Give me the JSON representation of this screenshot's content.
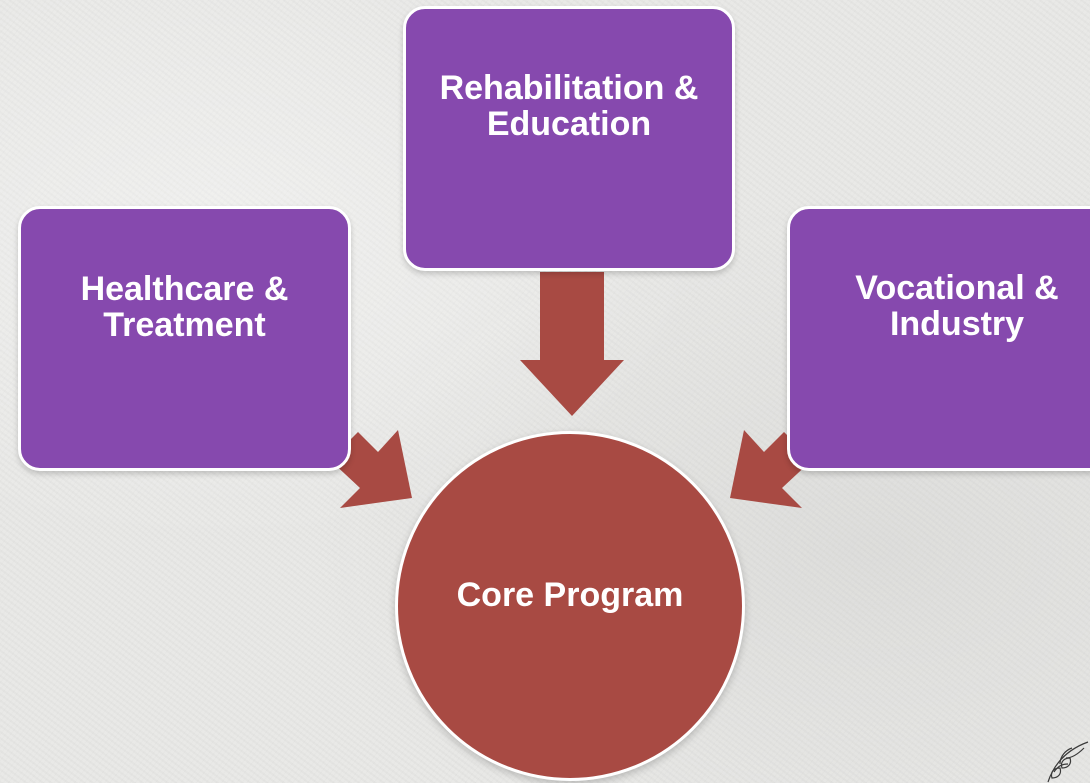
{
  "diagram": {
    "center": {
      "label": "Core Program"
    },
    "inputs": [
      {
        "id": "top",
        "label": "Rehabilitation & Education"
      },
      {
        "id": "left",
        "label": "Healthcare & Treatment"
      },
      {
        "id": "right",
        "label": "Vocational & Industry"
      }
    ]
  },
  "colors": {
    "box_fill": "#8649ae",
    "center_fill": "#a84a43",
    "arrow_fill": "#a84a43",
    "text": "#ffffff",
    "background": "#e9e9e7"
  }
}
